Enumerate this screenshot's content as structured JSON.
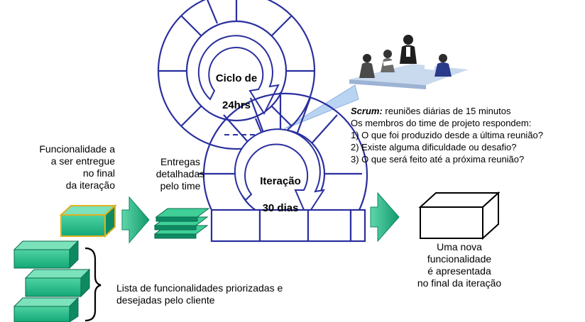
{
  "cycle_small": {
    "line1": "Ciclo de",
    "line2": "24hrs"
  },
  "cycle_large": {
    "line1": "Iteração",
    "line2": "30 dias"
  },
  "scrum_note": {
    "title": "Scrum:",
    "title_rest": " reuniões diárias de 15 minutos",
    "line2": "Os membros do time de projeto respondem:",
    "questions": [
      "1) O que foi produzido desde a última reunião?",
      "2) Existe alguma dificuldade ou desafio?",
      "3) O que será feito até a próxima reunião?"
    ]
  },
  "feature_label": "Funcionalidade a\na ser entregue\nno final\nda iteração",
  "deliveries_label": "Entregas\ndetalhadas\npelo time",
  "new_feature_label": "Uma nova\nfuncionalidade\né apresentada\nno final da iteração",
  "backlog_label": "Lista de funcionalidades priorizadas e\ndesejadas pelo cliente",
  "colors": {
    "green": "#1fb88a",
    "green_dark": "#0e8a63",
    "blue": "#2a2f9e",
    "gold": "#e0b020",
    "callout": "#b9d3f2"
  }
}
